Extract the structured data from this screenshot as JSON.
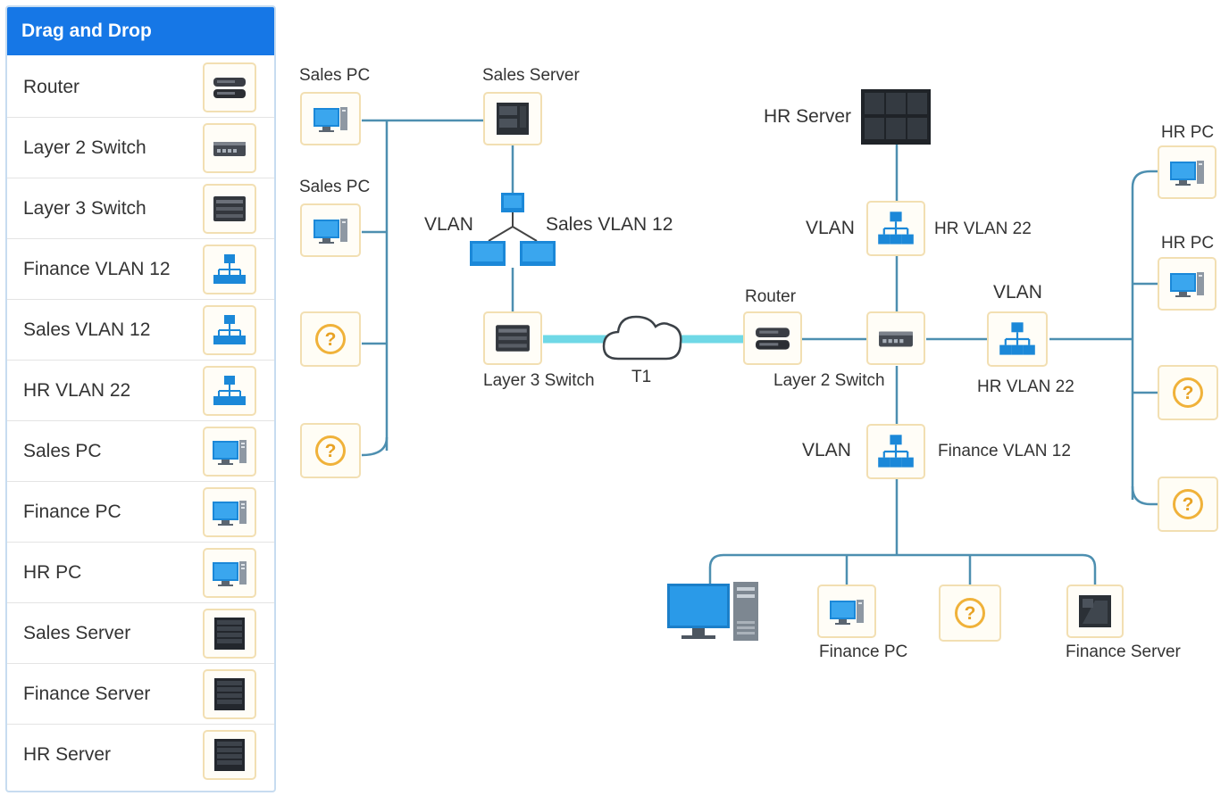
{
  "panel": {
    "title": "Drag and Drop",
    "items": [
      {
        "label": "Router",
        "icon": "router-icon"
      },
      {
        "label": "Layer 2 Switch",
        "icon": "layer2-switch-icon"
      },
      {
        "label": "Layer 3 Switch",
        "icon": "layer3-switch-icon"
      },
      {
        "label": "Finance VLAN 12",
        "icon": "vlan-icon"
      },
      {
        "label": "Sales VLAN 12",
        "icon": "vlan-icon"
      },
      {
        "label": "HR VLAN 22",
        "icon": "vlan-icon"
      },
      {
        "label": "Sales PC",
        "icon": "pc-icon"
      },
      {
        "label": "Finance PC",
        "icon": "pc-icon"
      },
      {
        "label": "HR PC",
        "icon": "pc-icon"
      },
      {
        "label": "Sales Server",
        "icon": "server-icon"
      },
      {
        "label": "Finance Server",
        "icon": "server-icon"
      },
      {
        "label": "HR Server",
        "icon": "server-icon"
      }
    ]
  },
  "diagram": {
    "sales_pc_1": "Sales PC",
    "sales_pc_2": "Sales PC",
    "sales_server": "Sales Server",
    "vlan_left": "VLAN",
    "sales_vlan": "Sales VLAN 12",
    "layer3_switch": "Layer 3 Switch",
    "t1": "T1",
    "router": "Router",
    "layer2_switch": "Layer 2 Switch",
    "hr_server": "HR Server",
    "vlan_hr_top": "VLAN",
    "hr_vlan_top": "HR VLAN 22",
    "vlan_hr_right": "VLAN",
    "hr_vlan_right": "HR VLAN 22",
    "vlan_finance": "VLAN",
    "finance_vlan": "Finance VLAN 12",
    "hr_pc_1": "HR PC",
    "hr_pc_2": "HR PC",
    "finance_pc": "Finance PC",
    "finance_server": "Finance Server",
    "drop_placeholder": "?"
  },
  "colors": {
    "accent": "#1677e6",
    "line": "#4d8fb0",
    "t1_link": "#6fd8e6",
    "icon_blue": "#1b88d8",
    "drop_border": "#f0b23a"
  }
}
